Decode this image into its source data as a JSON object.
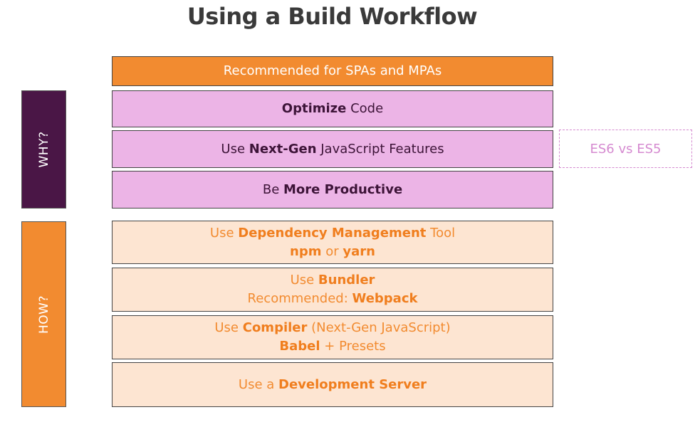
{
  "title": "Using a Build Workflow",
  "header": "Recommended for SPAs and MPAs",
  "why": {
    "label": "WHY?",
    "items": [
      {
        "lines": [
          {
            "parts": [
              {
                "b": "Optimize"
              },
              {
                "t": " Code"
              }
            ]
          }
        ]
      },
      {
        "lines": [
          {
            "parts": [
              {
                "t": "Use "
              },
              {
                "b": "Next-Gen"
              },
              {
                "t": " JavaScript Features"
              }
            ]
          }
        ]
      },
      {
        "lines": [
          {
            "parts": [
              {
                "t": "Be "
              },
              {
                "b": "More Productive"
              }
            ]
          }
        ]
      }
    ],
    "note": "ES6 vs ES5"
  },
  "how": {
    "label": "HOW?",
    "items": [
      {
        "lines": [
          {
            "parts": [
              {
                "t": "Use "
              },
              {
                "b": "Dependency Management"
              },
              {
                "t": " Tool"
              }
            ]
          },
          {
            "parts": [
              {
                "b": "npm"
              },
              {
                "t": " or "
              },
              {
                "b": "yarn"
              }
            ]
          }
        ]
      },
      {
        "lines": [
          {
            "parts": [
              {
                "t": "Use "
              },
              {
                "b": "Bundler"
              }
            ]
          },
          {
            "parts": [
              {
                "t": "Recommended: "
              },
              {
                "b": "Webpack"
              }
            ]
          }
        ]
      },
      {
        "lines": [
          {
            "parts": [
              {
                "t": "Use "
              },
              {
                "b": "Compiler"
              },
              {
                "t": " (Next-Gen JavaScript)"
              }
            ]
          },
          {
            "parts": [
              {
                "b": "Babel"
              },
              {
                "t": " + Presets"
              }
            ]
          }
        ]
      },
      {
        "lines": [
          {
            "parts": [
              {
                "t": "Use a "
              },
              {
                "b": "Development Server"
              }
            ]
          }
        ]
      }
    ]
  },
  "colors": {
    "orange": "#f28b30",
    "purple": "#4a1646",
    "pink": "#ecb4e6",
    "peach": "#fde5d2",
    "note": "#d58ad0"
  }
}
